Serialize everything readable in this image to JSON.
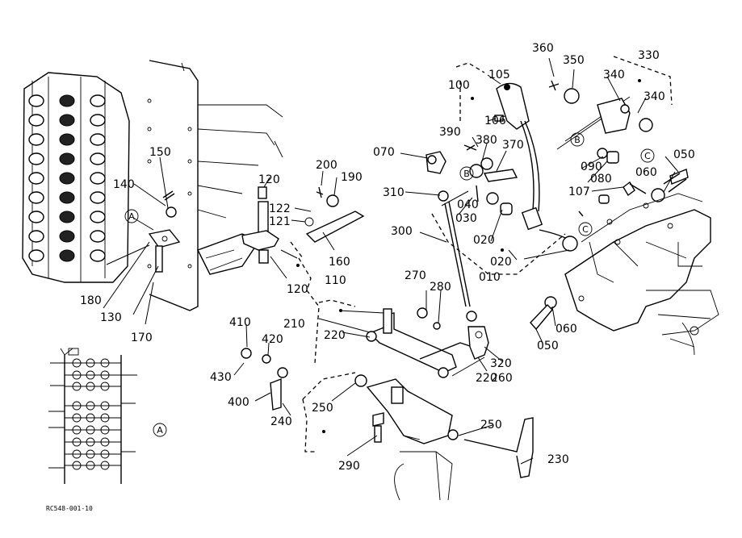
{
  "diagram": {
    "drawing_code": "RC548-001-10",
    "callouts": [
      "100",
      "105",
      "106",
      "360",
      "350",
      "330",
      "340",
      "340",
      "390",
      "380",
      "370",
      "070",
      "310",
      "040",
      "030",
      "020",
      "020",
      "010",
      "300",
      "050",
      "060",
      "107",
      "090",
      "080",
      "B",
      "B",
      "C",
      "C",
      "150",
      "140",
      "A",
      "A",
      "180",
      "130",
      "170",
      "120",
      "120",
      "200",
      "190",
      "122",
      "121",
      "160",
      "110",
      "210",
      "220",
      "270",
      "280",
      "320",
      "220",
      "260",
      "410",
      "420",
      "430",
      "400",
      "240",
      "250",
      "290",
      "250",
      "230",
      "050",
      "060"
    ]
  }
}
